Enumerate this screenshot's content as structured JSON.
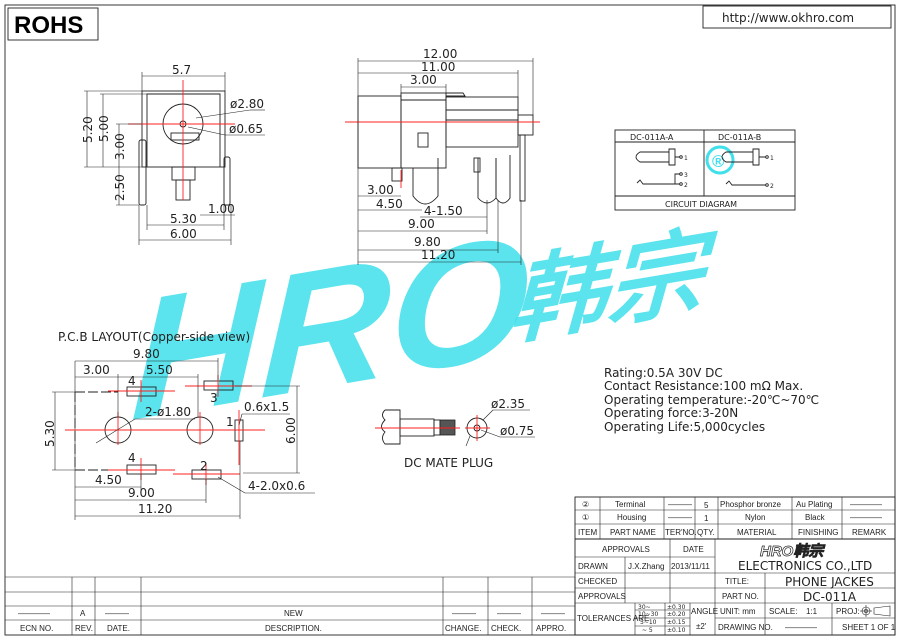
{
  "header": {
    "rohs": "ROHS",
    "url": "http://www.okhro.com"
  },
  "watermark": {
    "logo": "HRO韩宗",
    "registered": "®"
  },
  "front_view": {
    "dims": {
      "w_top": "5.7",
      "h1": "5.20",
      "h2": "5.00",
      "h3": "3.00",
      "h4": "2.50",
      "d_outer": "ø2.80",
      "d_inner": "ø0.65",
      "w_pin": "1.00",
      "w_inner": "5.30",
      "w_outer": "6.00"
    }
  },
  "side_view": {
    "dims": {
      "l1": "12.00",
      "l2": "11.00",
      "l3": "3.00",
      "l4": "3.00",
      "l5": "4.50",
      "l6": "4-1.50",
      "l7": "9.00",
      "l8": "9.80",
      "l9": "11.20"
    }
  },
  "circuit": {
    "col_a": "DC-011A-A",
    "col_b": "DC-011A-B",
    "pin1": "1",
    "pin2": "2",
    "pin3": "3",
    "caption": "CIRCUIT DIAGRAM"
  },
  "pcb": {
    "title": "P.C.B LAYOUT(Copper-side view)",
    "dims": {
      "w980": "9.80",
      "w300": "3.00",
      "w550": "5.50",
      "h530": "5.30",
      "h600": "6.00",
      "w450": "4.50",
      "w900": "9.00",
      "w1120": "11.20",
      "holes": "2-ø1.80",
      "pad1": "0.6x1.5",
      "pads": "4-2.0x0.6"
    },
    "pad_labels": {
      "p1": "1",
      "p2": "2",
      "p3": "3",
      "p4a": "4",
      "p4b": "4"
    }
  },
  "plug": {
    "caption": "DC MATE PLUG",
    "d_outer": "ø2.35",
    "d_inner": "ø0.75"
  },
  "specs": [
    "Rating:0.5A 30V DC",
    "Contact Resistance:100 mΩ Max.",
    "Operating temperature:-20℃~70℃",
    "Operating force:3-20N",
    "Operating Life:5,000cycles"
  ],
  "bom": {
    "rows": [
      {
        "item": "②",
        "name": "Terminal",
        "ter": "———",
        "qty": "5",
        "material": "Phosphor bronze",
        "finishing": "Au Plating",
        "remark": "————"
      },
      {
        "item": "①",
        "name": "Housing",
        "ter": "———",
        "qty": "1",
        "material": "Nylon",
        "finishing": "Black",
        "remark": "————"
      }
    ],
    "headers": {
      "item": "ITEM",
      "name": "PART NAME",
      "ter": "TER'NO.",
      "qty": "QTY.",
      "material": "MATERIAL",
      "finishing": "FINISHING",
      "remark": "REMARK"
    }
  },
  "title_block": {
    "approvals": "APPROVALS",
    "date": "DATE",
    "company_logo": "HRO韩宗",
    "company": "ELECTRONICS CO.,LTD",
    "drawn_label": "DRAWN",
    "drawn_by": "J.X.Zhang",
    "drawn_date": "2013/11/11",
    "checked_label": "CHECKED",
    "approvals_label": "APPROVALS",
    "title_label": "TITLE:",
    "title": "PHONE JACKES",
    "part_label": "PART NO.",
    "part_no": "DC-011A",
    "tolerances_label": "TOLERANCES ARE",
    "tol_ranges": [
      "30~",
      "10~30",
      "5~10",
      "~ 5"
    ],
    "tol_values": [
      "±0.30",
      "±0.20",
      "±0.15",
      "±0.10"
    ],
    "angle_label": "ANGLE",
    "angle_value": "±2'",
    "unit": "UNIT: mm",
    "scale_label": "SCALE:",
    "scale": "1:1",
    "proj": "PROJ:",
    "drawing_no_label": "DRAWING NO.",
    "drawing_no": "————",
    "sheet": "SHEET  1 OF 1"
  },
  "revision": {
    "row": {
      "ecn": "————",
      "rev": "A",
      "date": "———",
      "desc": "NEW",
      "change": "———",
      "check": "———",
      "appro": "———"
    },
    "headers": {
      "ecn": "ECN NO.",
      "rev": "REV.",
      "date": "DATE.",
      "desc": "DESCRIPTION.",
      "change": "CHANGE.",
      "check": "CHECK.",
      "appro": "APPRO."
    }
  }
}
